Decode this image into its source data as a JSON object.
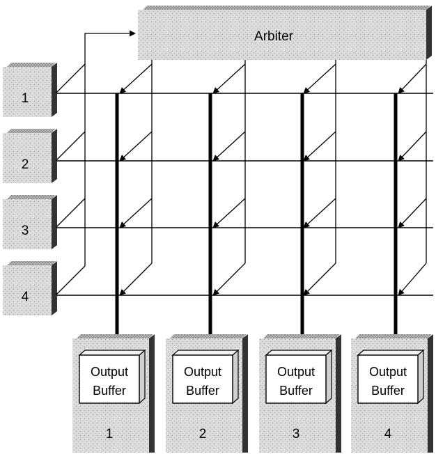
{
  "arbiter": {
    "label": "Arbiter"
  },
  "input_ports": [
    {
      "label": "1"
    },
    {
      "label": "2"
    },
    {
      "label": "3"
    },
    {
      "label": "4"
    }
  ],
  "output_ports": [
    {
      "label": "1",
      "buffer_line1": "Output",
      "buffer_line2": "Buffer"
    },
    {
      "label": "2",
      "buffer_line1": "Output",
      "buffer_line2": "Buffer"
    },
    {
      "label": "3",
      "buffer_line1": "Output",
      "buffer_line2": "Buffer"
    },
    {
      "label": "4",
      "buffer_line1": "Output",
      "buffer_line2": "Buffer"
    }
  ],
  "colors": {
    "block_fill": "#d9d9d9",
    "block_side": "#3a3a3a",
    "line": "#000000",
    "background": "#ffffff"
  }
}
